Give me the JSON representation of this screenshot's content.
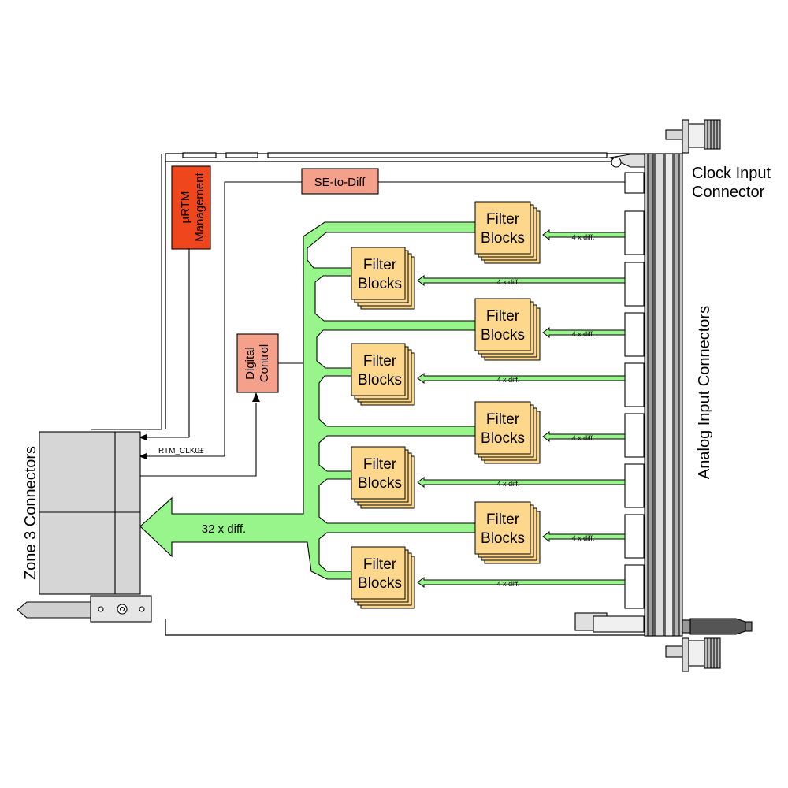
{
  "labels": {
    "urtm_line1": "µRTM",
    "urtm_line2": "Management",
    "se_to_diff": "SE-to-Diff",
    "digital_line1": "Digital",
    "digital_line2": "Control",
    "rtm_clk": "RTM_CLK0±",
    "bus": "32 x diff.",
    "zone3": "Zone 3 Connectors",
    "clock_line1": "Clock Input",
    "clock_line2": "Connector",
    "analog": "Analog Input Connectors",
    "filter_line1": "Filter",
    "filter_line2": "Blocks",
    "input_diff": "4 x diff."
  },
  "colors": {
    "urtm": "#f0461e",
    "se_diff": "#f5a08a",
    "digital": "#f5a08a",
    "filter": "#fdd78c",
    "bus_green": "#98f58c",
    "connector_gray": "#d6d6d6"
  }
}
